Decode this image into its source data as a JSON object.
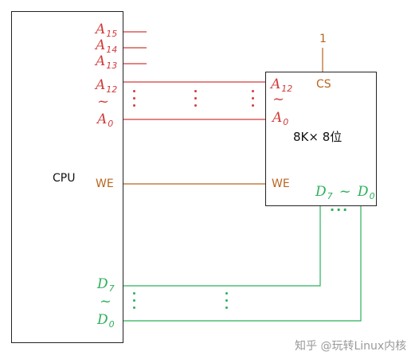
{
  "cpu": {
    "label": "CPU"
  },
  "cpu_pins": {
    "a15_base": "A",
    "a15_sub": "15",
    "a14_base": "A",
    "a14_sub": "14",
    "a13_base": "A",
    "a13_sub": "13",
    "a12_base": "A",
    "a12_sub": "12",
    "a0_base": "A",
    "a0_sub": "0",
    "tilde": "~",
    "we": "WE",
    "d7_base": "D",
    "d7_sub": "7",
    "d0_base": "D",
    "d0_sub": "0"
  },
  "chip": {
    "label": "8K× 8位",
    "a12_base": "A",
    "a12_sub": "12",
    "tilde": "~",
    "a0_base": "A",
    "a0_sub": "0",
    "cs": "CS",
    "we": "WE",
    "data_d7_base": "D",
    "data_d7_sub": "7",
    "data_tilde": "~",
    "data_d0_base": "D",
    "data_d0_sub": "0",
    "cs_value": "1"
  },
  "dots": {
    "horizontal": "···"
  },
  "watermark": {
    "text": "知乎 @玩转Linux内核"
  },
  "colors": {
    "address": "#d23b3b",
    "control": "#b8651f",
    "data": "#2bb05a",
    "outline": "#222222"
  }
}
